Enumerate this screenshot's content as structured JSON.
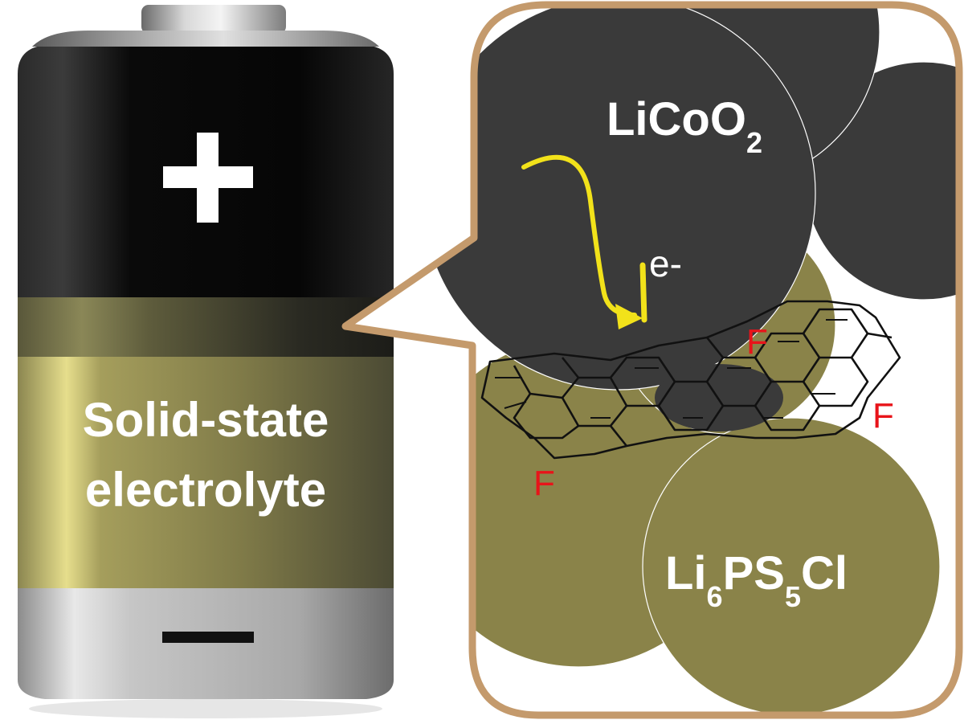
{
  "battery": {
    "plus_symbol": "+",
    "label_line1": "Solid-state",
    "label_line2": "electrolyte",
    "minus_symbol": "−"
  },
  "bubble": {
    "cathode": {
      "main": "LiCoO",
      "sub": "2"
    },
    "electrolyte": {
      "p1": "Li",
      "s1": "6",
      "p2": "PS",
      "s2": "5",
      "p3": "Cl"
    },
    "electron": "e-",
    "fluorine": "F"
  },
  "colors": {
    "cathode_particle": "#3a3a3a",
    "electrolyte_particle": "#8a8349",
    "bubble_outline": "#c49a6c",
    "electron_arrow": "#f2e21a",
    "fluorine": "#e8141a",
    "battery_top": "#0c0c0c",
    "battery_band": "#6b6945",
    "battery_body": "#a49d5a",
    "battery_base": "#c4c4c4"
  },
  "icons": [
    "plus-icon",
    "minus-icon",
    "electron-arrow-icon",
    "graphene-sheet-icon"
  ]
}
